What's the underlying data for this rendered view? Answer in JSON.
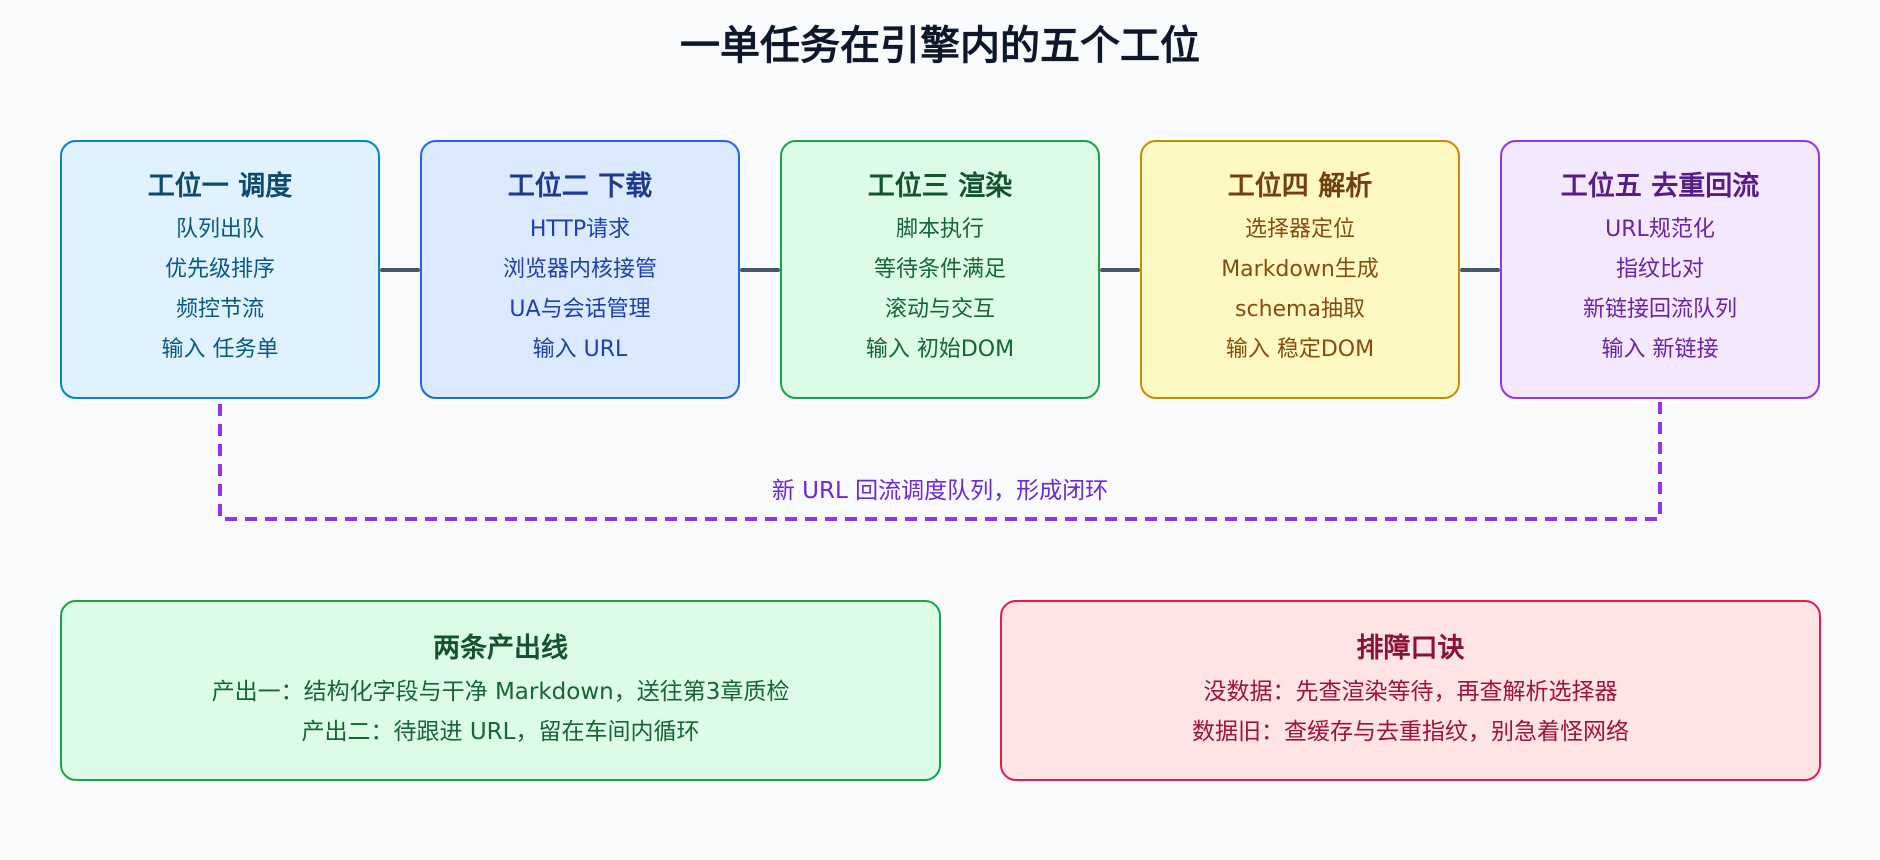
{
  "title": "一单任务在引擎内的五个工位",
  "stations": [
    {
      "title": "工位一 调度",
      "items": [
        "队列出队",
        "优先级排序",
        "频控节流",
        "输入 任务单"
      ],
      "colors": {
        "border": "#0284c7",
        "bg": "#e0f2fe",
        "title": "#0c4a6e",
        "text": "#075985"
      }
    },
    {
      "title": "工位二 下载",
      "items": [
        "HTTP请求",
        "浏览器内核接管",
        "UA与会话管理",
        "输入 URL"
      ],
      "colors": {
        "border": "#2563eb",
        "bg": "#dbeafe",
        "title": "#1e3a8a",
        "text": "#1e40af"
      }
    },
    {
      "title": "工位三 渲染",
      "items": [
        "脚本执行",
        "等待条件满足",
        "滚动与交互",
        "输入 初始DOM"
      ],
      "colors": {
        "border": "#16a34a",
        "bg": "#dcfce7",
        "title": "#14532d",
        "text": "#166534"
      }
    },
    {
      "title": "工位四 解析",
      "items": [
        "选择器定位",
        "Markdown生成",
        "schema抽取",
        "输入 稳定DOM"
      ],
      "colors": {
        "border": "#ca8a04",
        "bg": "#fef9c3",
        "title": "#713f12",
        "text": "#854d0e"
      }
    },
    {
      "title": "工位五 去重回流",
      "items": [
        "URL规范化",
        "指纹比对",
        "新链接回流队列",
        "输入 新链接"
      ],
      "colors": {
        "border": "#9333ea",
        "bg": "#f3e8ff",
        "title": "#581c87",
        "text": "#6b21a8"
      }
    }
  ],
  "loop": {
    "label": "新 URL 回流调度队列，形成闭环",
    "color": "#9333ea"
  },
  "panels": {
    "output": {
      "title": "两条产出线",
      "lines": [
        "产出一：结构化字段与干净 Markdown，送往第3章质检",
        "产出二：待跟进 URL，留在车间内循环"
      ],
      "colors": {
        "border": "#16a34a",
        "bg": "#dcfce7",
        "title": "#14532d",
        "text": "#166534"
      }
    },
    "troubleshoot": {
      "title": "排障口诀",
      "lines": [
        "没数据：先查渲染等待，再查解析选择器",
        "数据旧：查缓存与去重指纹，别急着怪网络"
      ],
      "colors": {
        "border": "#e11d48",
        "bg": "#ffe4e6",
        "title": "#881337",
        "text": "#9f1239"
      }
    }
  }
}
